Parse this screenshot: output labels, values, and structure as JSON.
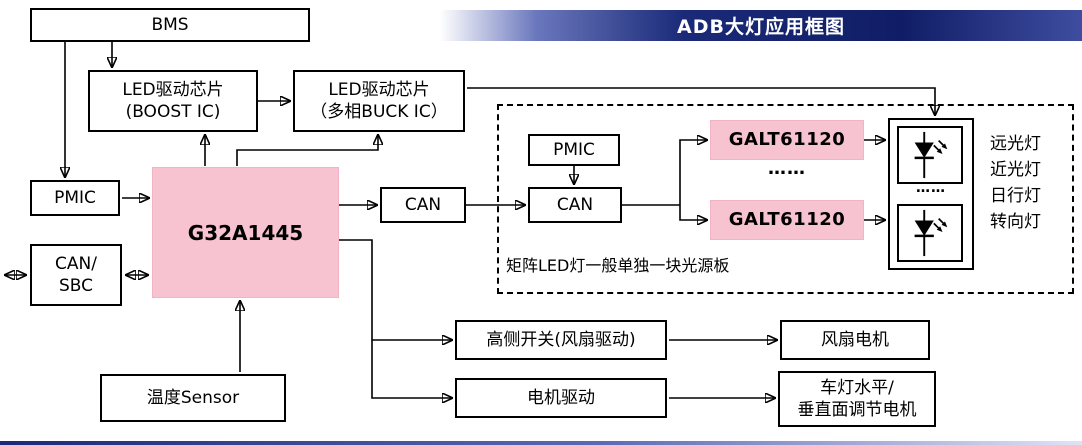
{
  "banner": {
    "title": "ADB大灯应用框图"
  },
  "nodes": {
    "bms": {
      "label": "BMS"
    },
    "led_boost": {
      "line1": "LED驱动芯片",
      "line2": "(BOOST IC)"
    },
    "led_buck": {
      "line1": "LED驱动芯片",
      "line2": "（多相BUCK IC）"
    },
    "pmic": {
      "label": "PMIC"
    },
    "can_sbc": {
      "line1": "CAN/",
      "line2": "SBC"
    },
    "mcu": {
      "label": "G32A1445"
    },
    "temp_sensor": {
      "label": "温度Sensor"
    },
    "can": {
      "label": "CAN"
    },
    "high_side_switch": {
      "label": "高侧开关(风扇驱动)"
    },
    "fan_motor": {
      "label": "风扇电机"
    },
    "motor_driver": {
      "label": "电机驱动"
    },
    "lamp_adjust_motor": {
      "line1": "车灯水平/",
      "line2": "垂直面调节电机"
    }
  },
  "light_board": {
    "pmic": {
      "label": "PMIC"
    },
    "can": {
      "label": "CAN"
    },
    "galt_top": {
      "label": "GALT61120"
    },
    "galt_bottom": {
      "label": "GALT61120"
    },
    "galt_ellipsis": "……",
    "led_ellipsis": "……",
    "caption": "矩阵LED灯一般单独一块光源板",
    "lamp_types": [
      "远光灯",
      "近光灯",
      "日行灯",
      "转向灯"
    ]
  },
  "colors": {
    "chip_pink": "#f7c3d0",
    "banner_navy": "#14216b",
    "line_black": "#000000"
  }
}
